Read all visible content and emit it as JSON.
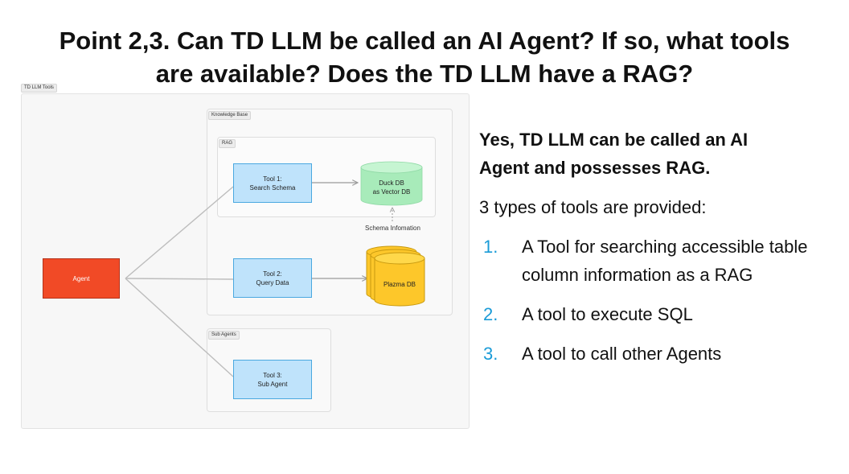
{
  "title": {
    "line1": "Point 2,3. Can TD LLM be called an AI Agent? If so, what tools",
    "line2": "are available? Does the TD LLM have a RAG?"
  },
  "diagram": {
    "frame_label": "TD LLM Tools",
    "groups": {
      "knowledge_base": "Knowledge Base",
      "rag": "RAG",
      "sub_agents": "Sub Agents"
    },
    "agent": "Agent",
    "tool1": {
      "line1": "Tool 1:",
      "line2": "Search Schema"
    },
    "tool2": {
      "line1": "Tool 2:",
      "line2": "Query Data"
    },
    "tool3": {
      "line1": "Tool 3:",
      "line2": "Sub Agent"
    },
    "duckdb": {
      "line1": "Duck DB",
      "line2": "as Vector DB"
    },
    "plazmadb": "Plazma DB",
    "schema_note": "Schema Infomation",
    "colors": {
      "tool_fill": "#bfe3fb",
      "tool_border": "#4aa8e0",
      "agent": "#f14a26",
      "duck_db": "#a8ebba",
      "plazma_db": "#fdc72a"
    }
  },
  "answer": {
    "lead_line1": "Yes, TD LLM can be called an AI",
    "lead_line2": "Agent and possesses RAG.",
    "intro": "3 types of tools are provided:",
    "items": [
      {
        "num": "1.",
        "text": "A Tool for searching accessible table column information as a RAG"
      },
      {
        "num": "2.",
        "text": "A tool to execute SQL"
      },
      {
        "num": "3.",
        "text": "A tool to call other Agents"
      }
    ],
    "accent_color": "#1a9bd7"
  }
}
